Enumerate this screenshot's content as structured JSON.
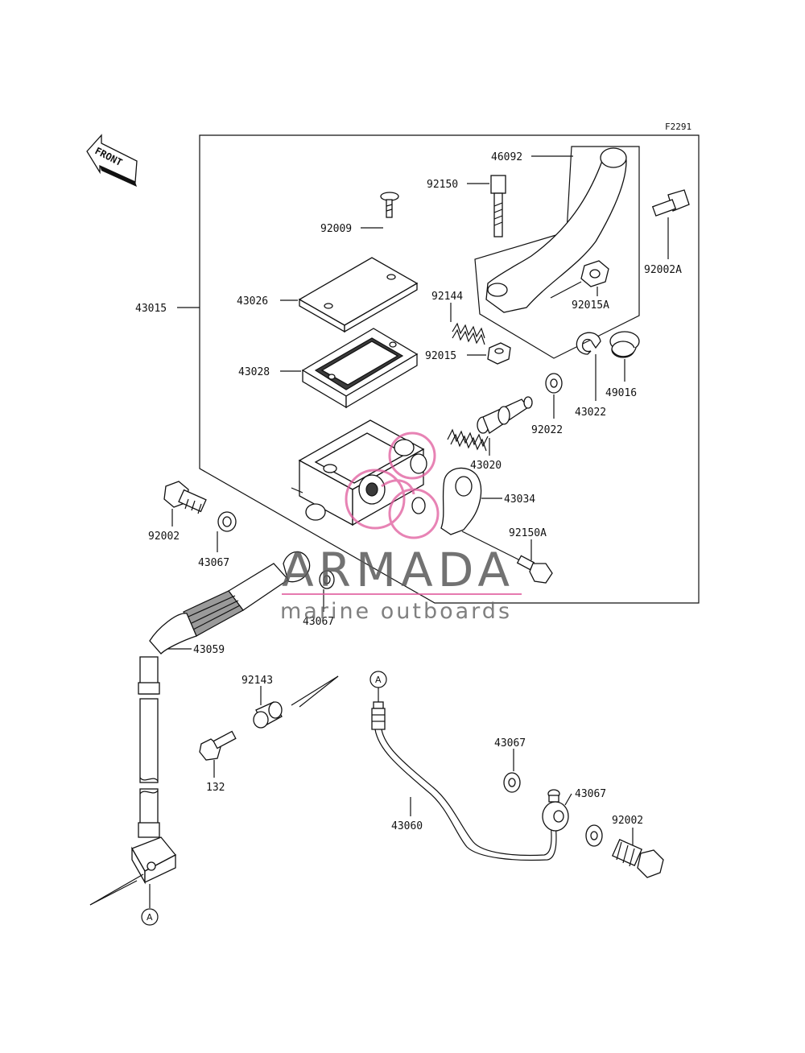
{
  "figure_code": "F2291",
  "front_label": "FRONT",
  "ref_marker": "A",
  "parts": {
    "p46092": "46092",
    "p92150": "92150",
    "p92009": "92009",
    "p92002A": "92002A",
    "p43026": "43026",
    "p43015": "43015",
    "p92144": "92144",
    "p92015A": "92015A",
    "p92015": "92015",
    "p43028": "43028",
    "p49016": "49016",
    "p43022": "43022",
    "p92022": "92022",
    "p43020": "43020",
    "p43034": "43034",
    "p92002_top": "92002",
    "p43067_a": "43067",
    "p92150A": "92150A",
    "p43067_b": "43067",
    "p43059": "43059",
    "p92143": "92143",
    "p132": "132",
    "p43067_c": "43067",
    "p43067_d": "43067",
    "p43060": "43060",
    "p92002_bottom": "92002"
  },
  "watermark": {
    "title": "ARMADA",
    "subtitle": "marine outboards",
    "accent_color": "#e05a9c"
  },
  "colors": {
    "line": "#111111",
    "background": "#ffffff"
  }
}
